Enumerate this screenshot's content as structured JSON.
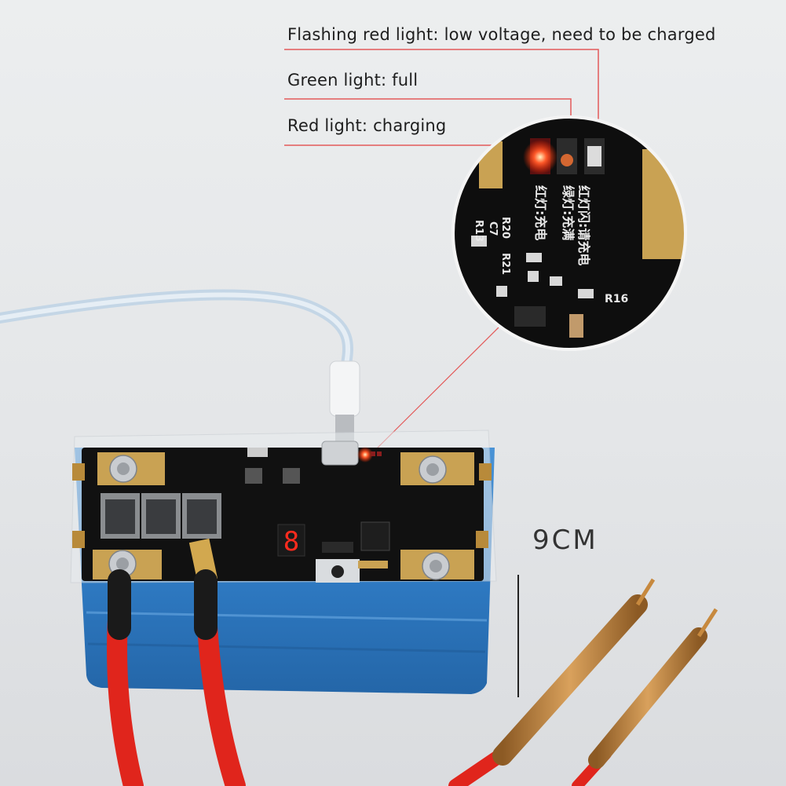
{
  "labels": {
    "flashing_red": "Flashing red light: low voltage, need to be charged",
    "green": "Green light: full",
    "red": "Red light: charging"
  },
  "dimension": "9CM",
  "board": {
    "display_digit": "8",
    "zoom_marks": {
      "r16": "R16",
      "r20": "R20",
      "r21": "R21",
      "c7": "C7",
      "r13": "R13",
      "led_text_1": "红灯闪:请充电",
      "led_text_2": "绿灯:充满",
      "led_text_3": "红灯:充电"
    }
  },
  "colors": {
    "leader_line": "#e35a5a",
    "battery": "#2f7bc4",
    "pcb": "#111111",
    "copper_pad": "#c9a253",
    "cable_red": "#e0251c"
  }
}
